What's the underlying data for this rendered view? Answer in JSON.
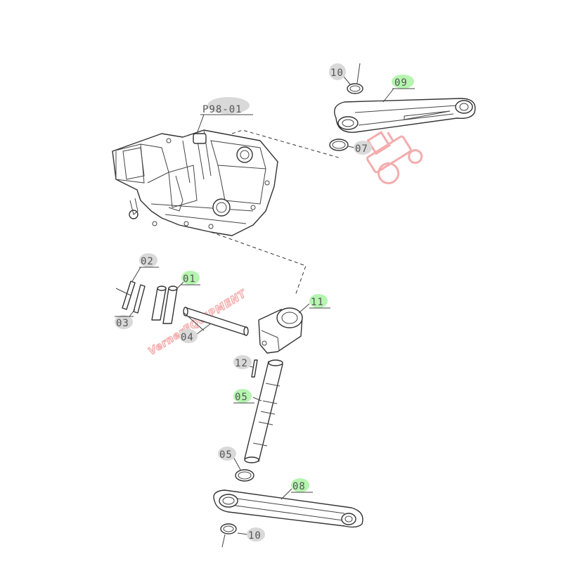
{
  "diagram": {
    "main_label": "P98-01",
    "labels": {
      "p01": "01",
      "p02": "02",
      "p03": "03",
      "p04": "04",
      "p05a": "05",
      "p05b": "05",
      "p07": "07",
      "p08": "08",
      "p09": "09",
      "p10a": "10",
      "p10b": "10",
      "p11": "11",
      "p12": "12"
    },
    "highlights": {
      "green": "#b5f5b0",
      "grey": "#d9d9d9"
    },
    "watermark": {
      "text": "VernerEQUIPMENT",
      "color": "#f2a3a3"
    }
  }
}
